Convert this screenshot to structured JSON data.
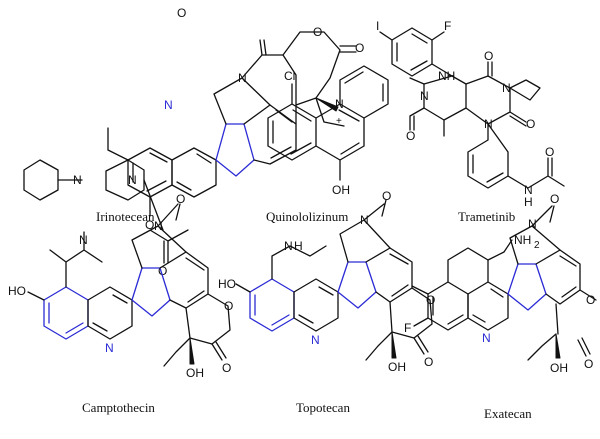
{
  "molecules": [
    {
      "id": "irinotecan",
      "name": "Irinotecean",
      "atoms": {
        "o1": "O",
        "o2": "O",
        "o3": "O",
        "n1": "N",
        "n2": "N",
        "n3": "N",
        "n4": "N",
        "o4": "O",
        "o5": "O"
      }
    },
    {
      "id": "quinololizinum",
      "name": "Quinololizinum",
      "atoms": {
        "cl": "Cl",
        "n": "N",
        "plus": "+",
        "oh": "OH"
      }
    },
    {
      "id": "trametinib",
      "name": "Trametinib",
      "atoms": {
        "i": "I",
        "f": "F",
        "nh1": "NH",
        "o1": "O",
        "n1": "N",
        "n2": "N",
        "n3": "N",
        "o2": "O",
        "o3": "O",
        "nh2": "N",
        "h2": "H",
        "o4": "O"
      }
    },
    {
      "id": "camptothecin",
      "name": "Camptothecin",
      "atoms": {
        "n1": "N",
        "ho": "HO",
        "n2": "N",
        "n3": "N",
        "o1": "O",
        "o2": "O",
        "o3": "O",
        "oh": "OH"
      }
    },
    {
      "id": "topotecan",
      "name": "Topotecan",
      "atoms": {
        "nh": "N",
        "h": "H",
        "ho": "HO",
        "n2": "N",
        "n3": "N",
        "o1": "O",
        "o2": "O",
        "o3": "O",
        "oh": "OH"
      }
    },
    {
      "id": "exatecan",
      "name": "Exatecan",
      "atoms": {
        "nh2": "NH",
        "sub2": "2",
        "f": "F",
        "n2": "N",
        "n3": "N",
        "o1": "O",
        "o2": "O",
        "o3": "O",
        "oh": "OH"
      }
    }
  ],
  "colors": {
    "bond": "#111111",
    "ring_highlight": "#2b2bd6"
  }
}
